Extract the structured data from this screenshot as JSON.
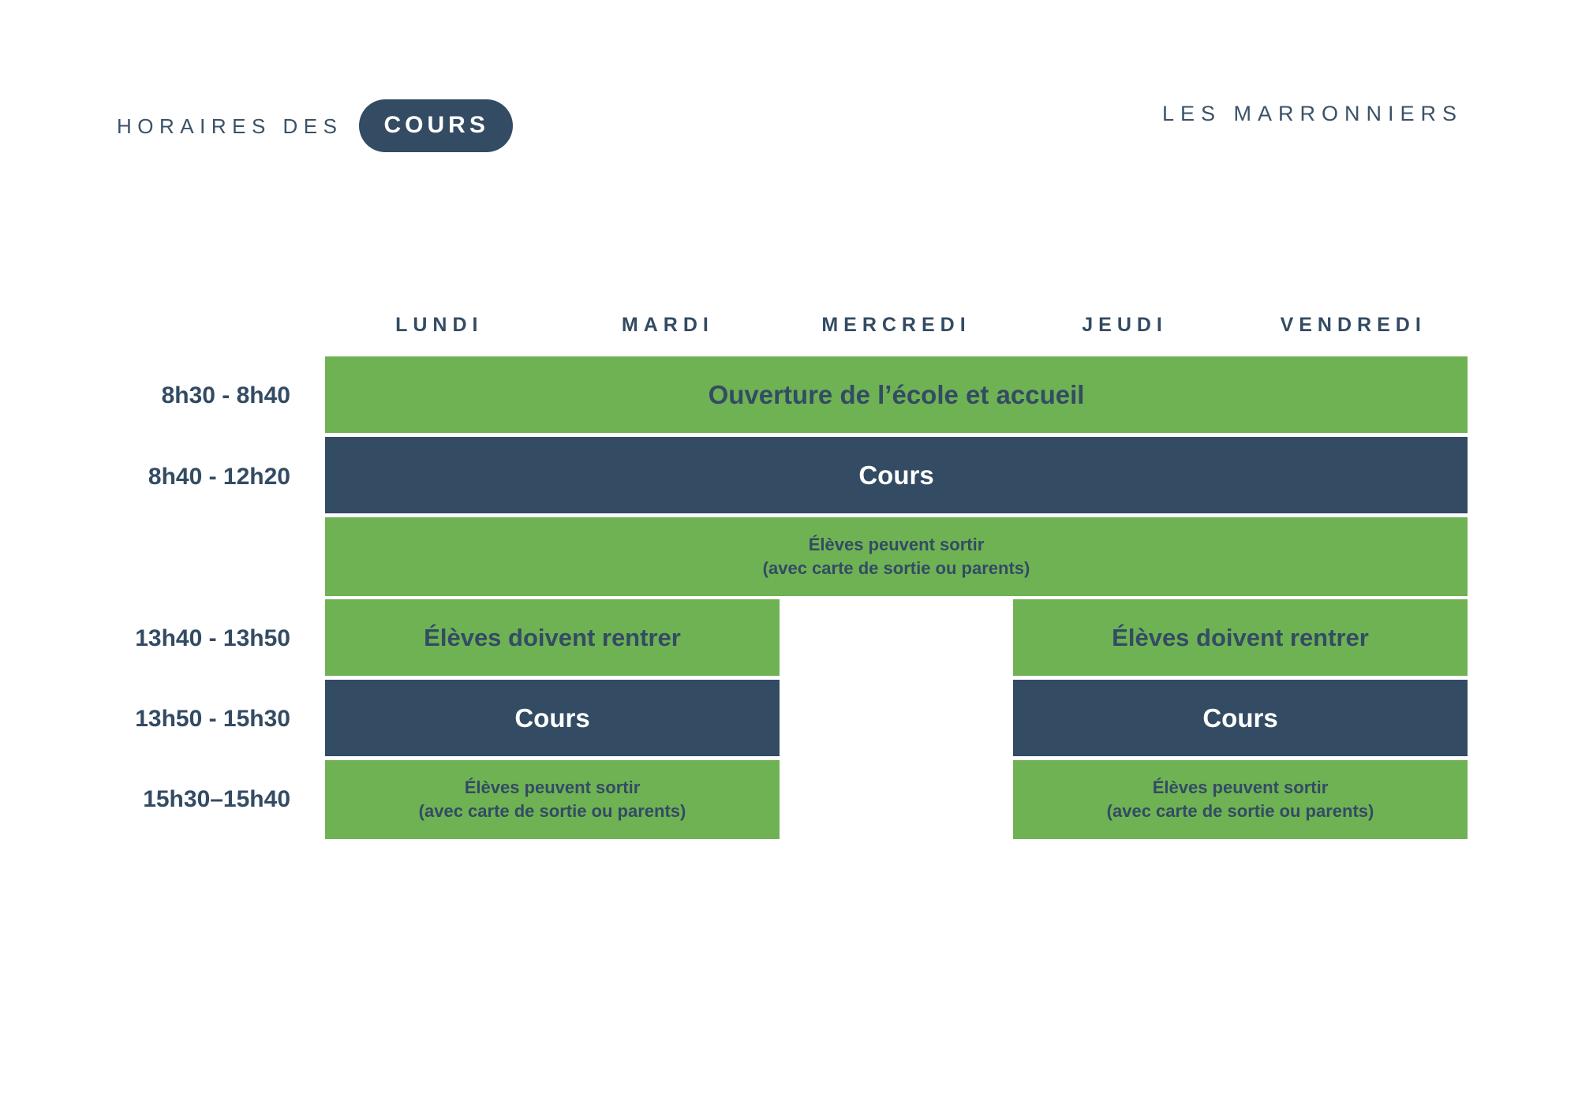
{
  "header": {
    "pretitle": "Horaires des",
    "pill_label": "Cours",
    "school_name": "Les Marronniers"
  },
  "schedule": {
    "days": [
      "Lundi",
      "Mardi",
      "Mercredi",
      "Jeudi",
      "Vendredi"
    ],
    "times": [
      "8h30 - 8h40",
      "8h40 - 12h20",
      "13h40 - 13h50",
      "13h50 - 15h30",
      "15h30–15h40"
    ],
    "bands": {
      "opening": "Ouverture de l’école et accueil",
      "morning_lessons": "Cours",
      "midday_exit_line1": "Élèves peuvent sortir",
      "midday_exit_line2": "(avec carte de sortie ou parents)",
      "return_left": "Élèves doivent rentrer",
      "return_right": "Élèves doivent rentrer",
      "afternoon_lessons_left": "Cours",
      "afternoon_lessons_right": "Cours",
      "evening_exit_left_line1": "Élèves peuvent sortir",
      "evening_exit_left_line2": "(avec carte de sortie ou parents)",
      "evening_exit_right_line1": "Élèves peuvent sortir",
      "evening_exit_right_line2": "(avec carte de sortie ou parents)"
    }
  },
  "colors": {
    "green": "#6FB254",
    "navy": "#334B63",
    "background": "#FFFFFF",
    "text_on_navy": "#FFFFFF"
  }
}
